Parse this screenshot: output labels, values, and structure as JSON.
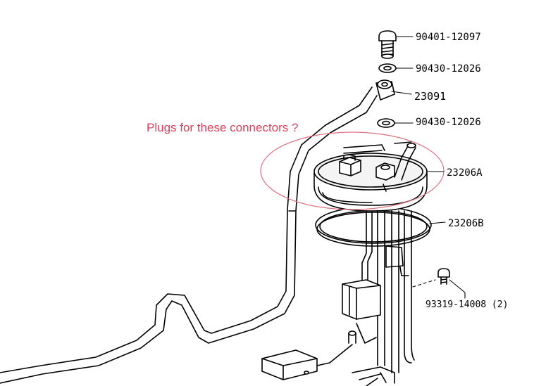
{
  "annotation": {
    "text": "Plugs for these connectors ?",
    "color": "#e0405a"
  },
  "parts": [
    {
      "id": "bolt",
      "label": "90401-12097"
    },
    {
      "id": "washer-upper",
      "label": "90430-12026"
    },
    {
      "id": "union-hose",
      "label": "23091"
    },
    {
      "id": "washer-lower",
      "label": "90430-12026"
    },
    {
      "id": "pump-bracket",
      "label": "23206A"
    },
    {
      "id": "gasket",
      "label": "23206B"
    },
    {
      "id": "screw",
      "label": "93319-14008 (2)"
    }
  ],
  "colors": {
    "ink": "#000000",
    "highlight_ellipse": "#e07080",
    "background": "#ffffff"
  }
}
